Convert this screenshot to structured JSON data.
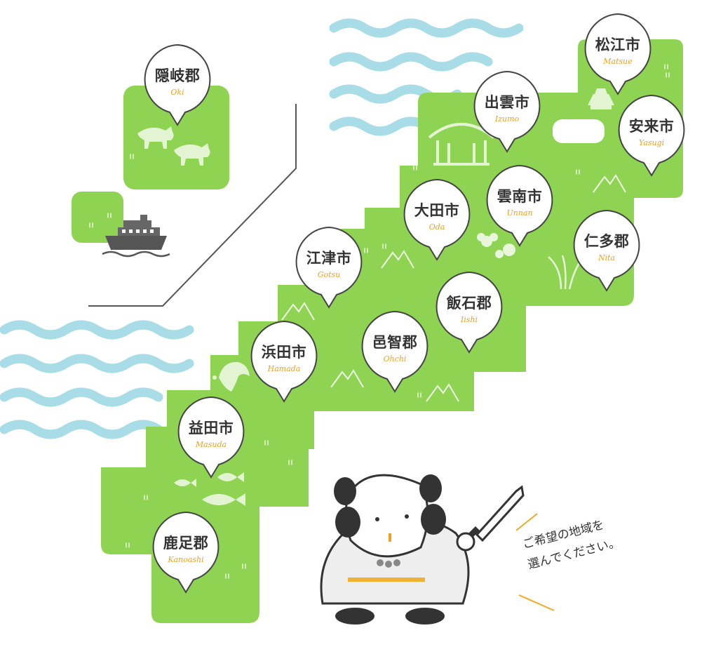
{
  "colors": {
    "land": "#8fd352",
    "land_dark": "#7cc241",
    "sea_wave": "#a8dce6",
    "pin_fill": "#ffffff",
    "pin_stroke": "#444444",
    "name_text": "#333333",
    "roman_text": "#f0a020",
    "accent_line": "#f5a623"
  },
  "regions": [
    {
      "id": "matsue",
      "name": "松江市",
      "roman": "Matsue",
      "icon": "castle-icon"
    },
    {
      "id": "izumo",
      "name": "出雲市",
      "roman": "Izumo",
      "icon": "shrine-icon"
    },
    {
      "id": "yasugi",
      "name": "安来市",
      "roman": "Yasugi",
      "icon": "none"
    },
    {
      "id": "oki",
      "name": "隠岐郡",
      "roman": "Oki",
      "icon": "bull-icon"
    },
    {
      "id": "unnan",
      "name": "雲南市",
      "roman": "Unnan",
      "icon": "sakura-icon"
    },
    {
      "id": "oda",
      "name": "大田市",
      "roman": "Oda",
      "icon": "none"
    },
    {
      "id": "nita",
      "name": "仁多郡",
      "roman": "Nita",
      "icon": "rice-icon"
    },
    {
      "id": "gotsu",
      "name": "江津市",
      "roman": "Gotsu",
      "icon": "none"
    },
    {
      "id": "iishi",
      "name": "飯石郡",
      "roman": "Iishi",
      "icon": "none"
    },
    {
      "id": "ohchi",
      "name": "邑智郡",
      "roman": "Ohchi",
      "icon": "none"
    },
    {
      "id": "hamada",
      "name": "浜田市",
      "roman": "Hamada",
      "icon": "dolphin-icon"
    },
    {
      "id": "masuda",
      "name": "益田市",
      "roman": "Masuda",
      "icon": "fish-icon"
    },
    {
      "id": "kanoashi",
      "name": "鹿足郡",
      "roman": "Kanoashi",
      "icon": "none"
    }
  ],
  "guide": {
    "line1": "ご希望の地域を",
    "line2": "選んでください。"
  },
  "mascot": {
    "icon": "samurai-mascot-icon"
  },
  "ferry": {
    "icon": "ferry-icon"
  }
}
